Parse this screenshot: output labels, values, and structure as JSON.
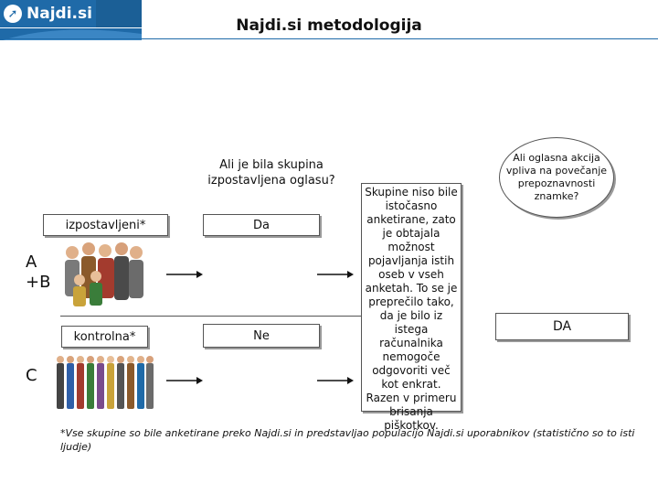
{
  "header": {
    "logo_text": "Najdi.si",
    "title": "Najdi.si metodologija",
    "brand_color": "#1f6aa8"
  },
  "diagram": {
    "question_top": "Ali je bila skupina izpostavljena oglasu?",
    "group_exposed_label": "izpostavljeni*",
    "answer_yes": "Da",
    "group_control_label": "kontrolna*",
    "answer_no": "Ne",
    "group_ab_label": "A +B",
    "group_c_label": "C",
    "groups_note": "Skupine niso bile istočasno anketirane, zato je obtajala možnost pojavljanja istih oseb v vseh anketah. To se je preprečilo tako, da je bilo iz istega računalnika nemogoče odgovoriti več kot enkrat. Razen v primeru brisanja piškotkov.",
    "question_right": "Ali oglasna akcija vpliva na povečanje prepoznavnosti znamke?",
    "answer_right": "DA"
  },
  "footnote": "*Vse skupine so bile anketirane preko Najdi.si in predstavljao populacijo Najdi.si uporabnikov (statistično so to isti ljudje)",
  "icons": [
    "logo-arrow-icon",
    "people-group-icon",
    "people-crowd-icon",
    "arrow-right-icon"
  ]
}
